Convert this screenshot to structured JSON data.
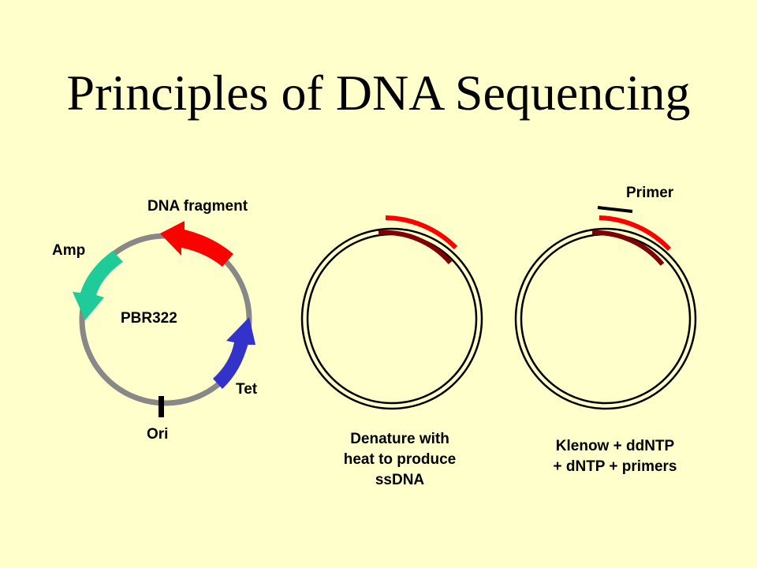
{
  "title": "Principles of DNA Sequencing",
  "plasmid": {
    "name": "PBR322",
    "labels": {
      "dna_fragment": "DNA fragment",
      "amp": "Amp",
      "tet": "Tet",
      "ori": "Ori"
    }
  },
  "steps": [
    {
      "caption_lines": [
        "Denature with",
        "heat to produce",
        "ssDNA"
      ]
    },
    {
      "label": "Primer",
      "caption_lines": [
        "Klenow + ddNTP",
        "+ dNTP + primers"
      ]
    }
  ],
  "colors": {
    "background": "#ffffcc",
    "backbone": "#888888",
    "dna_fragment": "#ff0000",
    "amp": "#1fcc99",
    "tet": "#3333cc",
    "ori": "#000000",
    "strand_top": "#ff0000",
    "strand_bottom": "#800000"
  }
}
